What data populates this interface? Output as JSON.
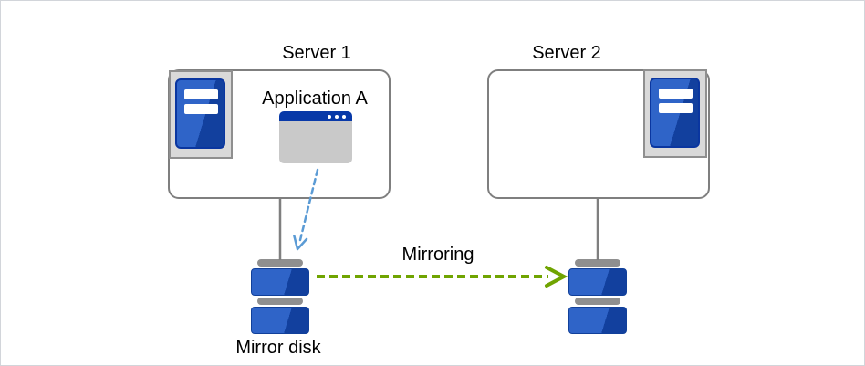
{
  "nodes": {
    "server1": {
      "label": "Server 1"
    },
    "server2": {
      "label": "Server 2"
    },
    "application": {
      "label": "Application A"
    },
    "mirror_disk": {
      "label": "Mirror disk"
    }
  },
  "edges": {
    "mirroring": {
      "label": "Mirroring",
      "style": "dashed-arrow",
      "color": "#70a401",
      "from": "mirror-disk-left",
      "to": "mirror-disk-right"
    },
    "app_write": {
      "label": "",
      "style": "dashed-arrow",
      "color": "#5b9bd5",
      "from": "application-window",
      "to": "mirror-disk-left"
    }
  },
  "icons": {
    "server1_tower": "server-tower-icon",
    "server2_tower": "server-tower-icon",
    "application_window": "app-window-icon",
    "disk_left": "disk-stack-icon",
    "disk_right": "disk-stack-icon"
  },
  "colors": {
    "box_border": "#7f7f7f",
    "icon_frame_bg": "#d9d9d9",
    "icon_frame_border": "#8f8f8f",
    "blue_light": "#2f64c8",
    "blue_dark": "#12409e",
    "blue_deep": "#0839a8",
    "window_body": "#c9c9c9",
    "disk_cap": "#8f8f8f",
    "mirroring_arrow": "#70a401",
    "write_arrow": "#5b9bd5",
    "text": "#000000"
  }
}
